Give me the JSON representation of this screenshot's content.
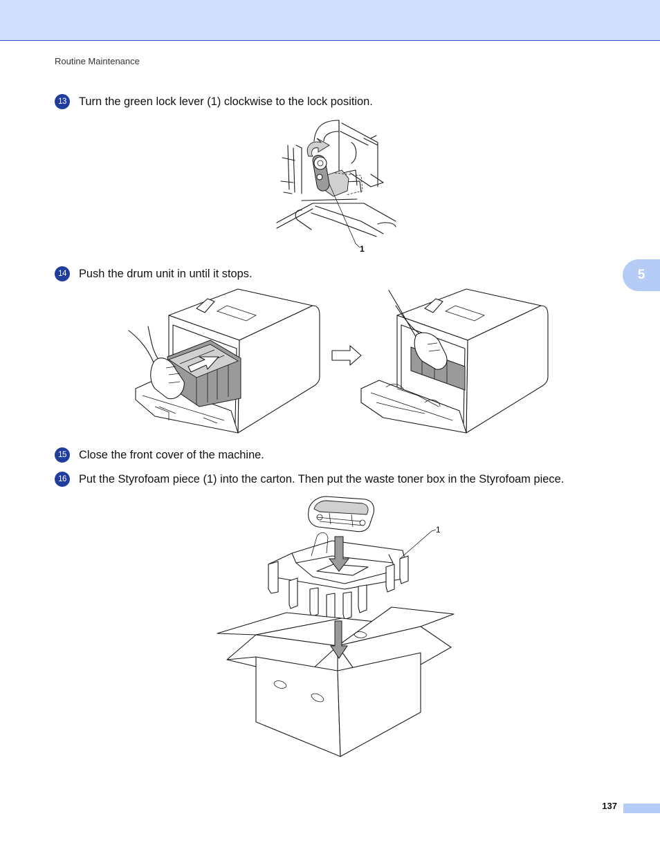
{
  "header": {
    "section_title": "Routine Maintenance"
  },
  "steps": [
    {
      "number": "13",
      "text": "Turn the green lock lever (1) clockwise to the lock position."
    },
    {
      "number": "14",
      "text": "Push the drum unit in until it stops."
    },
    {
      "number": "15",
      "text": "Close the front cover of the machine."
    },
    {
      "number": "16",
      "text": "Put the Styrofoam piece (1) into the carton. Then put the waste toner box in the Styrofoam piece."
    }
  ],
  "figures": {
    "lock_lever": {
      "callout": "1"
    },
    "carton": {
      "callout": "1"
    }
  },
  "chapter_tab": {
    "label": "5"
  },
  "footer": {
    "page_number": "137"
  }
}
